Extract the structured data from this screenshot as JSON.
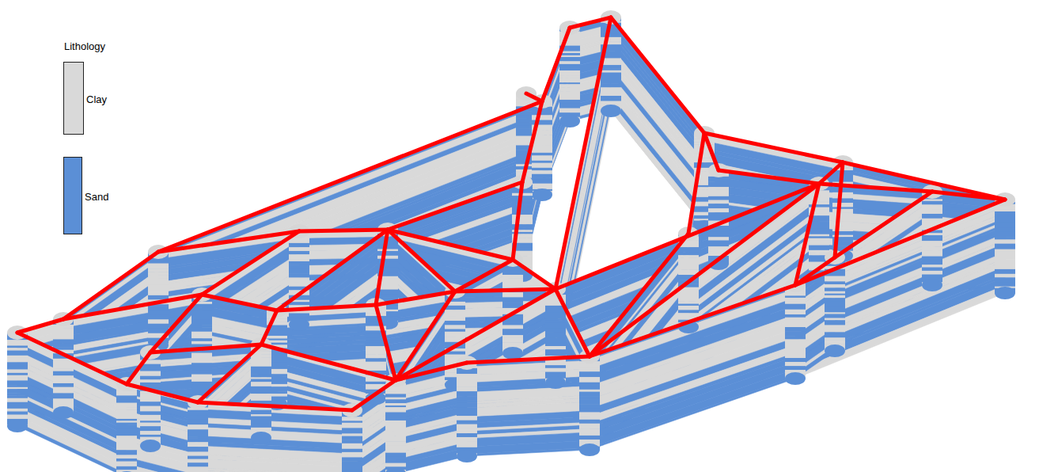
{
  "diagram": {
    "labels": [
      "Lithology"
    ],
    "legend": [
      {
        "text": "Clay",
        "color": "#d9d9d9"
      },
      {
        "text": "Sand",
        "color": "#5b8fd6"
      }
    ]
  }
}
